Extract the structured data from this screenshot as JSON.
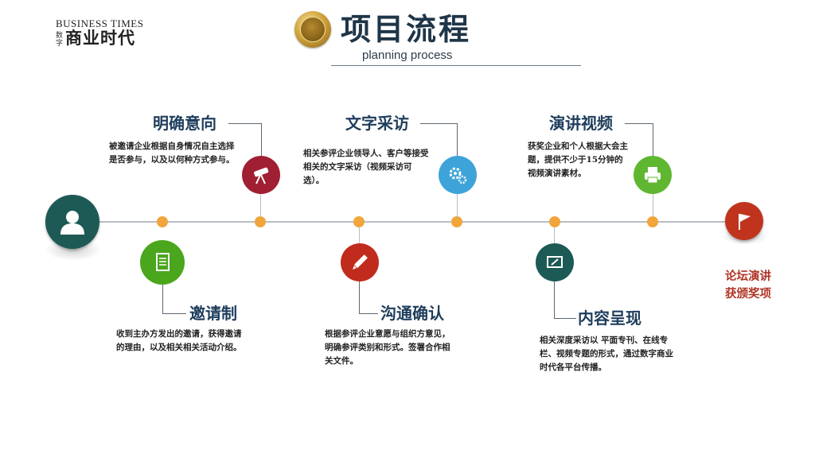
{
  "logo": {
    "en": "BUSINESS TIMES",
    "small": "数字",
    "cn": "商业时代"
  },
  "header": {
    "title": "项目流程",
    "subtitle": "planning process"
  },
  "steps": [
    {
      "title": "明确意向",
      "desc": "被邀请企业根据自身情况自主选择是否参与，以及以何种方式参与。",
      "icon": "telescope-icon",
      "color": "#a11f33"
    },
    {
      "title": "邀请制",
      "desc": "收到主办方发出的邀请，获得邀请的理由，以及相关相关活动介绍。",
      "icon": "document-icon",
      "color": "#4aa61d"
    },
    {
      "title": "文字采访",
      "desc": "相关参评企业领导人、客户等接受相关的文字采访（视频采访可选）。",
      "icon": "gears-icon",
      "color": "#3da3d9"
    },
    {
      "title": "沟通确认",
      "desc": "根据参评企业意愿与组织方意见，明确参评类别和形式。签署合作相关文件。",
      "icon": "pencil-icon",
      "color": "#c02b1e"
    },
    {
      "title": "演讲视频",
      "desc": "获奖企业和个人根据大会主题，提供不少于15分钟的视频演讲素材。",
      "icon": "printer-icon",
      "color": "#5fb731"
    },
    {
      "title": "内容呈现",
      "desc": "相关深度采访以 平面专刊、在线专栏、视频专题的形式，通过数字商业时代各平台传播。",
      "icon": "screen-icon",
      "color": "#1d5a56"
    }
  ],
  "final": {
    "line1": "论坛演讲",
    "line2": "获颁奖项",
    "icon": "flag-icon",
    "color": "#c0341e"
  },
  "start": {
    "icon": "user-icon",
    "color": "#1e5a55"
  },
  "accent": "#f1a53a"
}
